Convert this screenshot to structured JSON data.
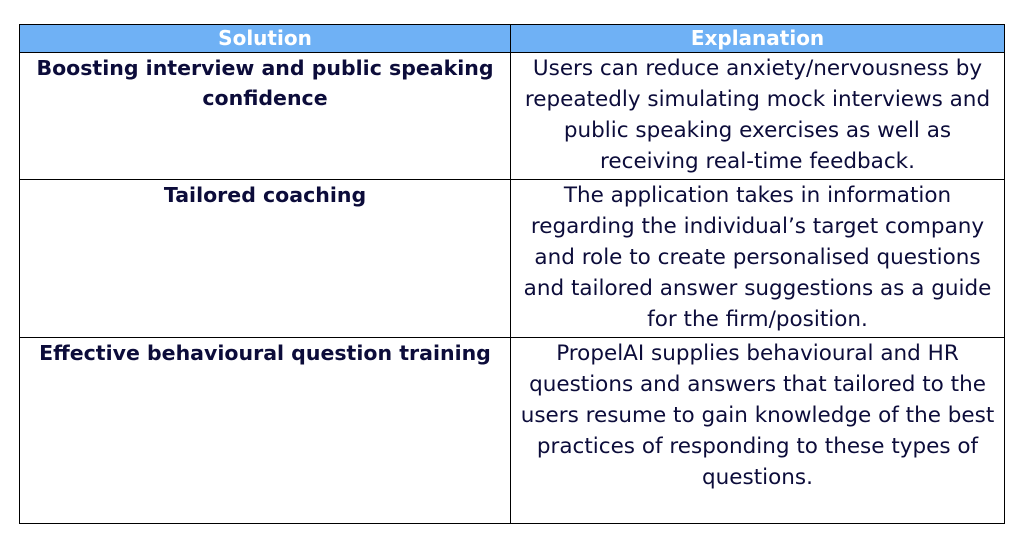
{
  "table": {
    "headers": {
      "solution": "Solution",
      "explanation": "Explanation"
    },
    "rows": [
      {
        "solution": "Boosting interview and public speaking confidence",
        "explanation": "Users can reduce anxiety/nervousness by repeatedly simulating mock interviews and public speaking exercises as well as receiving real-time feedback."
      },
      {
        "solution": "Tailored coaching",
        "explanation": "The application takes in information regarding the individual’s target company and role to create personalised questions and tailored answer suggestions as a guide for the firm/position."
      },
      {
        "solution": "Effective behavioural question training",
        "explanation": "PropelAI supplies behavioural and HR questions and answers that tailored to the users resume to gain knowledge of the best practices of responding to these types of questions."
      }
    ]
  },
  "colors": {
    "header_bg": "#6fb1f5",
    "header_text": "#ffffff",
    "body_text": "#0c0c3a",
    "border": "#000000"
  }
}
